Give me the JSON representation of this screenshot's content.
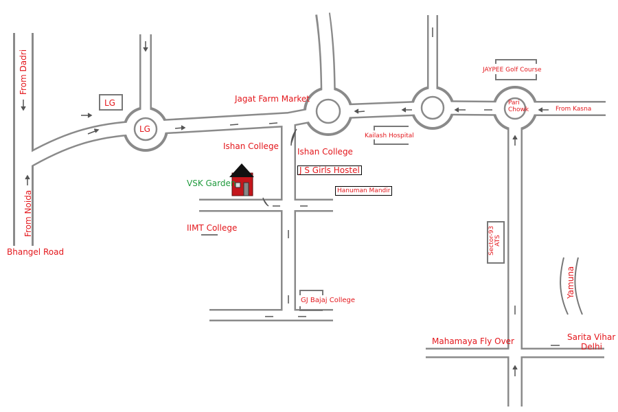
{
  "labels": {
    "from_dadri": "From Dadri",
    "from_noida": "From Noida",
    "bhangel_road": "Bhangel Road",
    "lg_box": "LG",
    "lg_circle": "LG",
    "jagat_farm_market": "Jagat Farm Market",
    "ishan_college_left": "Ishan College",
    "ishan_college_right": "Ishan College",
    "vsk_garden": "VSK Garden",
    "js_girls_hostel": "J S Girls Hostel",
    "hanuman_mandir": "Hanuman Mandir",
    "iimt_college": "IIMT College",
    "gj_bajaj_college": "GJ Bajaj College",
    "kailash_hospital": "Kailash Hospital",
    "jaypee_golf_course": "JAYPEE Golf Course",
    "pari_chowk_line1": "Pari",
    "pari_chowk_line2": "Chowk",
    "from_kasna": "From Kasna",
    "sector93_line1": "Sector-93",
    "sector93_line2": "ATS",
    "yamuna": "Yamuna",
    "mahamaya_flyover": "Mahamaya Fly Over",
    "sarita_vihar": "Sarita Vihar",
    "delhi": "Delhi"
  },
  "colors": {
    "road": "#8a8a8a",
    "label": "#e3161b",
    "highlight": "#1f9a3c",
    "house": "#c4161c"
  }
}
